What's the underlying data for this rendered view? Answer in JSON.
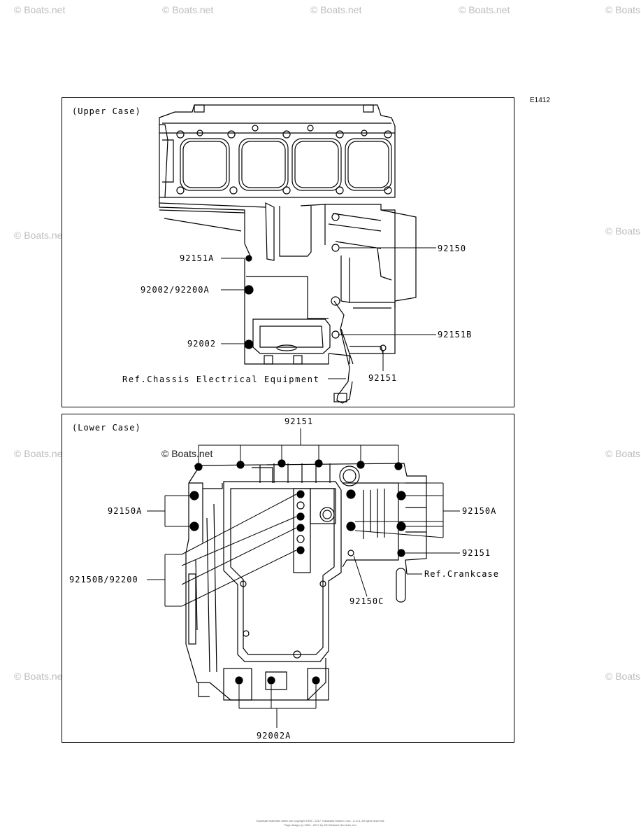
{
  "watermark": "© Boats.net",
  "diagram_code": "E1412",
  "upper": {
    "title": "(Upper Case)",
    "parts": {
      "p92151A": "92151A",
      "p92002_92200A": "92002/92200A",
      "p92002": "92002",
      "p92150": "92150",
      "p92151B": "92151B",
      "p92151": "92151",
      "ref_chassis": "Ref.Chassis Electrical Equipment"
    }
  },
  "lower": {
    "title": "(Lower Case)",
    "parts": {
      "p92151_top": "92151",
      "p92150A_left": "92150A",
      "p92150A_right": "92150A",
      "p92151_right": "92151",
      "ref_crankcase": "Ref.Crankcase",
      "p92150B_92200": "92150B/92200",
      "p92150C": "92150C",
      "p92002A": "92002A"
    }
  },
  "footer": {
    "line1": "Kawasaki materials within are copyright 1996 - 2017, Kawasaki Motors Corp., U.S.A. All rights reserved.",
    "line2": "Page design (c) 2002 - 2017 by ARI Network Services, Inc."
  }
}
